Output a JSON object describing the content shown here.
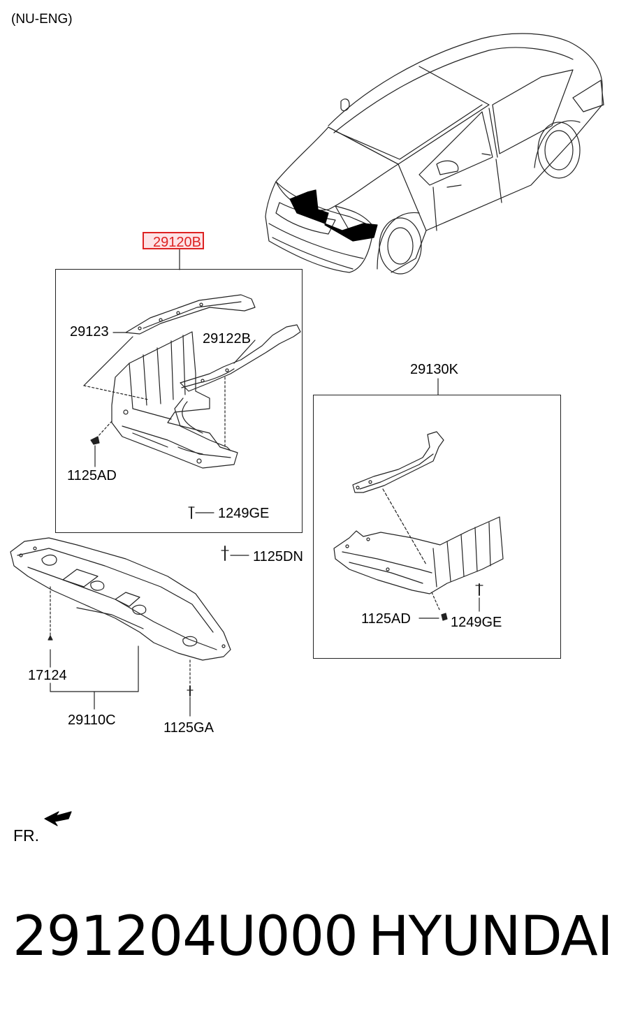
{
  "header": {
    "variant": "(NU-ENG)"
  },
  "labels": {
    "main_assembly": "29120B",
    "p29123": "29123",
    "p29122b": "29122B",
    "p1125ad_left": "1125AD",
    "p1249ge_left": "1249GE",
    "p1125dn": "1125DN",
    "p29130k": "29130K",
    "p1125ad_right": "1125AD",
    "p1249ge_right": "1249GE",
    "p17124": "17124",
    "p29110c": "29110C",
    "p1125ga": "1125GA"
  },
  "front_indicator": {
    "text": "FR."
  },
  "footer": {
    "part_number": "291204U000",
    "brand": "HYUNDAI"
  },
  "colors": {
    "highlight": "#d22222",
    "highlight_fill": "#fde3e6",
    "line": "#222222",
    "fill_dark": "#000000"
  }
}
